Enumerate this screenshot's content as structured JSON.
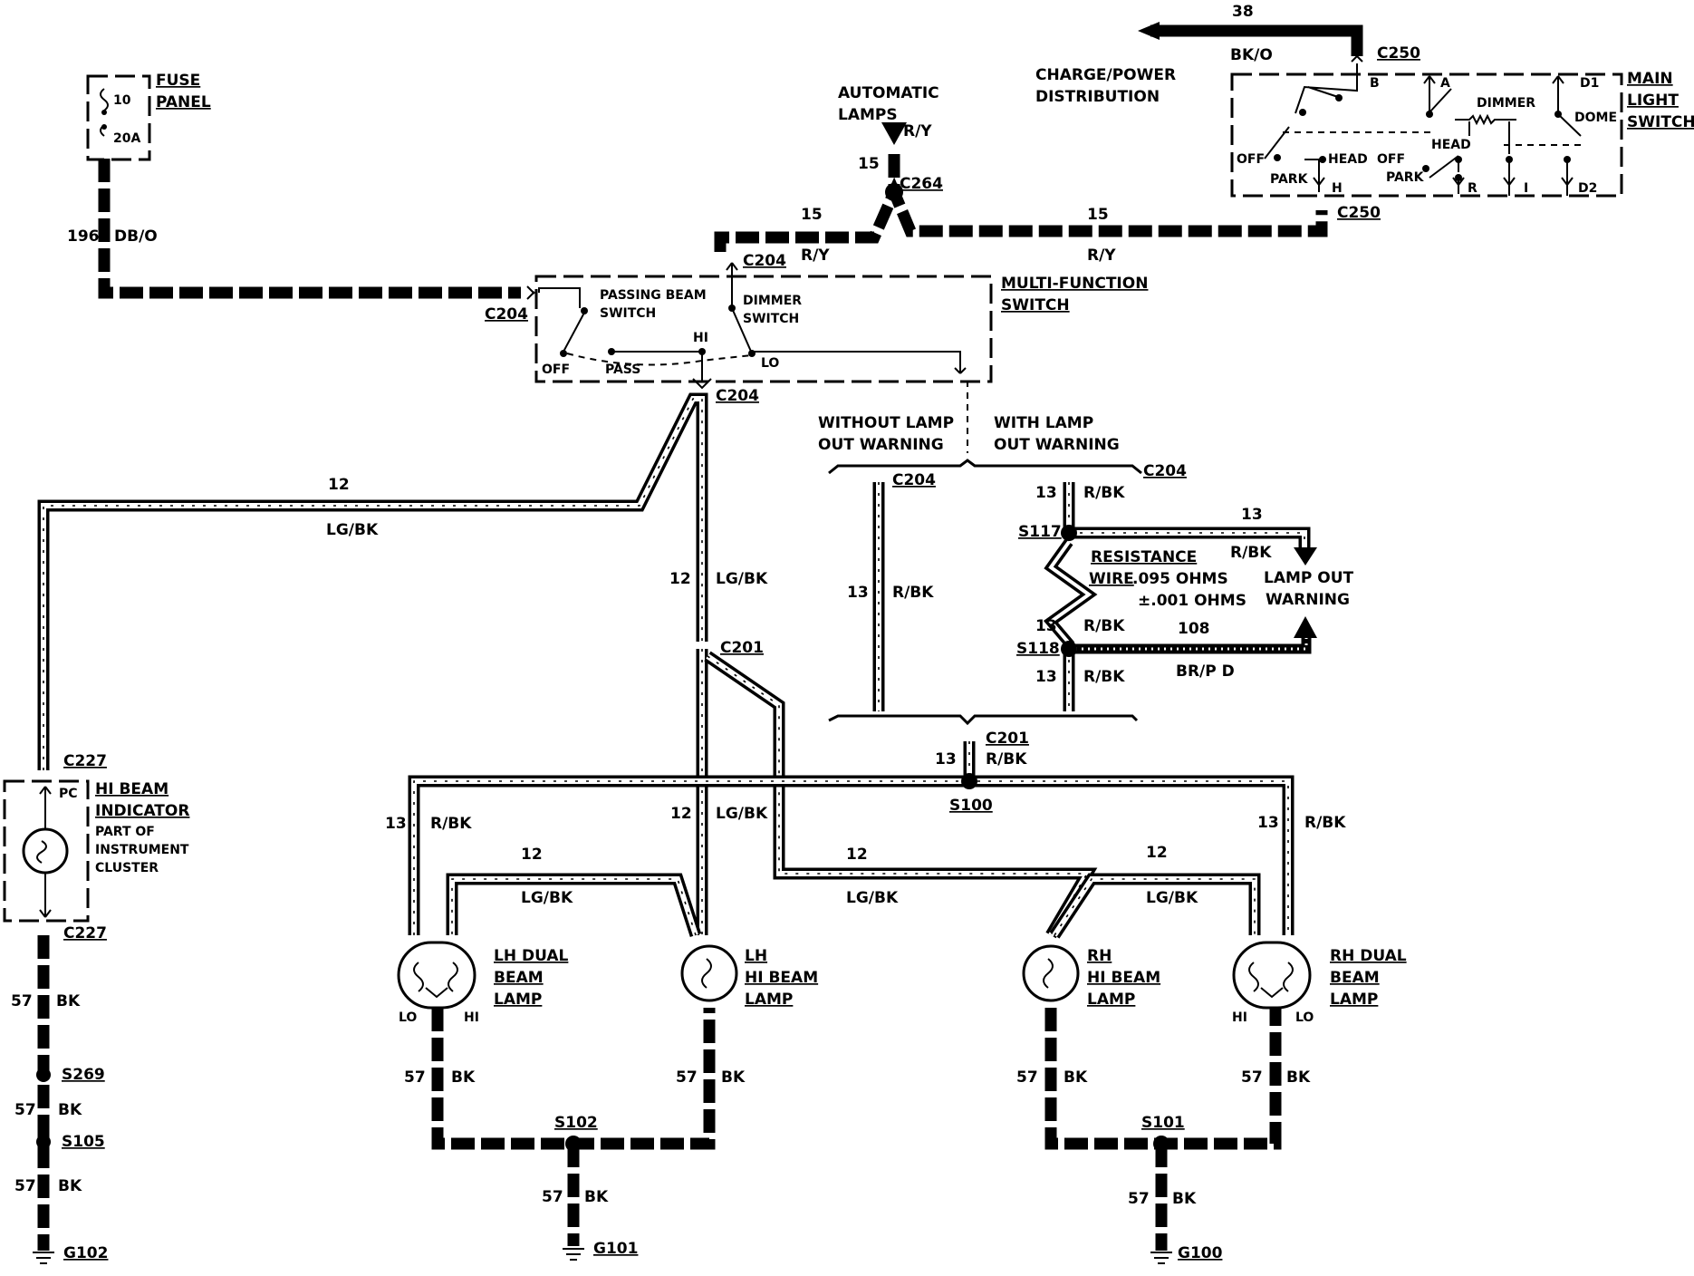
{
  "fuse_panel": {
    "title": [
      "FUSE",
      "PANEL"
    ],
    "fuse": "10",
    "rating": "20A"
  },
  "main_light_switch": {
    "title": [
      "MAIN",
      "LIGHT",
      "SWITCH"
    ],
    "labels": {
      "b": "B",
      "a": "A",
      "d1": "D1",
      "dimmer": "DIMMER",
      "dome": "DOME",
      "head": "HEAD",
      "off": "OFF",
      "park": "PARK",
      "h": "H",
      "r": "R",
      "i": "I",
      "d2": "D2"
    }
  },
  "charge_power": [
    "CHARGE/POWER",
    "DISTRIBUTION"
  ],
  "automatic_lamps": [
    "AUTOMATIC",
    "LAMPS"
  ],
  "multi_function": {
    "title": [
      "MULTI-FUNCTION",
      "SWITCH"
    ],
    "passing_beam": [
      "PASSING BEAM",
      "SWITCH"
    ],
    "dimmer_switch": [
      "DIMMER",
      "SWITCH"
    ],
    "positions": {
      "off": "OFF",
      "pass": "PASS",
      "hi": "HI",
      "lo": "LO"
    }
  },
  "options": {
    "without": [
      "WITHOUT LAMP",
      "OUT WARNING"
    ],
    "with": [
      "WITH LAMP",
      "OUT WARNING"
    ]
  },
  "resistance": [
    "RESISTANCE",
    "WIRE",
    ".095 OHMS",
    "±.001 OHMS"
  ],
  "lamp_out_warning": [
    "LAMP OUT",
    "WARNING"
  ],
  "hi_beam_indicator": {
    "title": [
      "HI BEAM",
      "INDICATOR"
    ],
    "note": [
      "PART OF",
      "INSTRUMENT",
      "CLUSTER"
    ],
    "pc": "PC"
  },
  "lamps": {
    "lh_dual": [
      "LH DUAL",
      "BEAM",
      "LAMP"
    ],
    "lh_hi": [
      "LH",
      "HI BEAM",
      "LAMP"
    ],
    "rh_hi": [
      "RH",
      "HI BEAM",
      "LAMP"
    ],
    "rh_dual": [
      "RH DUAL",
      "BEAM",
      "LAMP"
    ],
    "lo": "LO",
    "hi": "HI"
  },
  "connectors": [
    {
      "id": "C250"
    },
    {
      "id": "C250"
    },
    {
      "id": "C264"
    },
    {
      "id": "C204"
    },
    {
      "id": "C204"
    },
    {
      "id": "C204"
    },
    {
      "id": "C204"
    },
    {
      "id": "C204"
    },
    {
      "id": "C201"
    },
    {
      "id": "C201"
    },
    {
      "id": "C227"
    },
    {
      "id": "C227"
    }
  ],
  "splices": [
    {
      "id": "S117"
    },
    {
      "id": "S118"
    },
    {
      "id": "S100"
    },
    {
      "id": "S269"
    },
    {
      "id": "S105"
    },
    {
      "id": "S102"
    },
    {
      "id": "S101"
    }
  ],
  "grounds": [
    {
      "id": "G102"
    },
    {
      "id": "G101"
    },
    {
      "id": "G100"
    }
  ],
  "wire_labels": [
    {
      "circuit": "38",
      "color": ""
    },
    {
      "circuit": "",
      "color": "BK/O"
    },
    {
      "circuit": "196",
      "color": "DB/O"
    },
    {
      "circuit": "15",
      "color": "R/Y"
    },
    {
      "circuit": "15",
      "color": ""
    },
    {
      "circuit": "15",
      "color": ""
    },
    {
      "circuit": "",
      "color": "R/Y"
    },
    {
      "circuit": "",
      "color": "R/Y"
    },
    {
      "circuit": "12",
      "color": ""
    },
    {
      "circuit": "",
      "color": "LG/BK"
    },
    {
      "circuit": "12",
      "color": "LG/BK"
    },
    {
      "circuit": "13",
      "color": "R/BK"
    },
    {
      "circuit": "13",
      "color": "R/BK"
    },
    {
      "circuit": "13",
      "color": ""
    },
    {
      "circuit": "",
      "color": "R/BK"
    },
    {
      "circuit": "13",
      "color": "R/BK"
    },
    {
      "circuit": "108",
      "color": ""
    },
    {
      "circuit": "",
      "color": "BR/P D"
    },
    {
      "circuit": "13",
      "color": "R/BK"
    },
    {
      "circuit": "13",
      "color": "R/BK"
    },
    {
      "circuit": "13",
      "color": "R/BK"
    },
    {
      "circuit": "13",
      "color": "R/BK"
    },
    {
      "circuit": "12",
      "color": "LG/BK"
    },
    {
      "circuit": "12",
      "color": ""
    },
    {
      "circuit": "",
      "color": "LG/BK"
    },
    {
      "circuit": "12",
      "color": ""
    },
    {
      "circuit": "",
      "color": "LG/BK"
    },
    {
      "circuit": "12",
      "color": ""
    },
    {
      "circuit": "",
      "color": "LG/BK"
    },
    {
      "circuit": "57",
      "color": "BK"
    },
    {
      "circuit": "57",
      "color": "BK"
    },
    {
      "circuit": "57",
      "color": "BK"
    },
    {
      "circuit": "57",
      "color": "BK"
    },
    {
      "circuit": "57",
      "color": "BK"
    },
    {
      "circuit": "57",
      "color": "BK"
    },
    {
      "circuit": "57",
      "color": "BK"
    },
    {
      "circuit": "57",
      "color": "BK"
    },
    {
      "circuit": "57",
      "color": "BK"
    }
  ]
}
